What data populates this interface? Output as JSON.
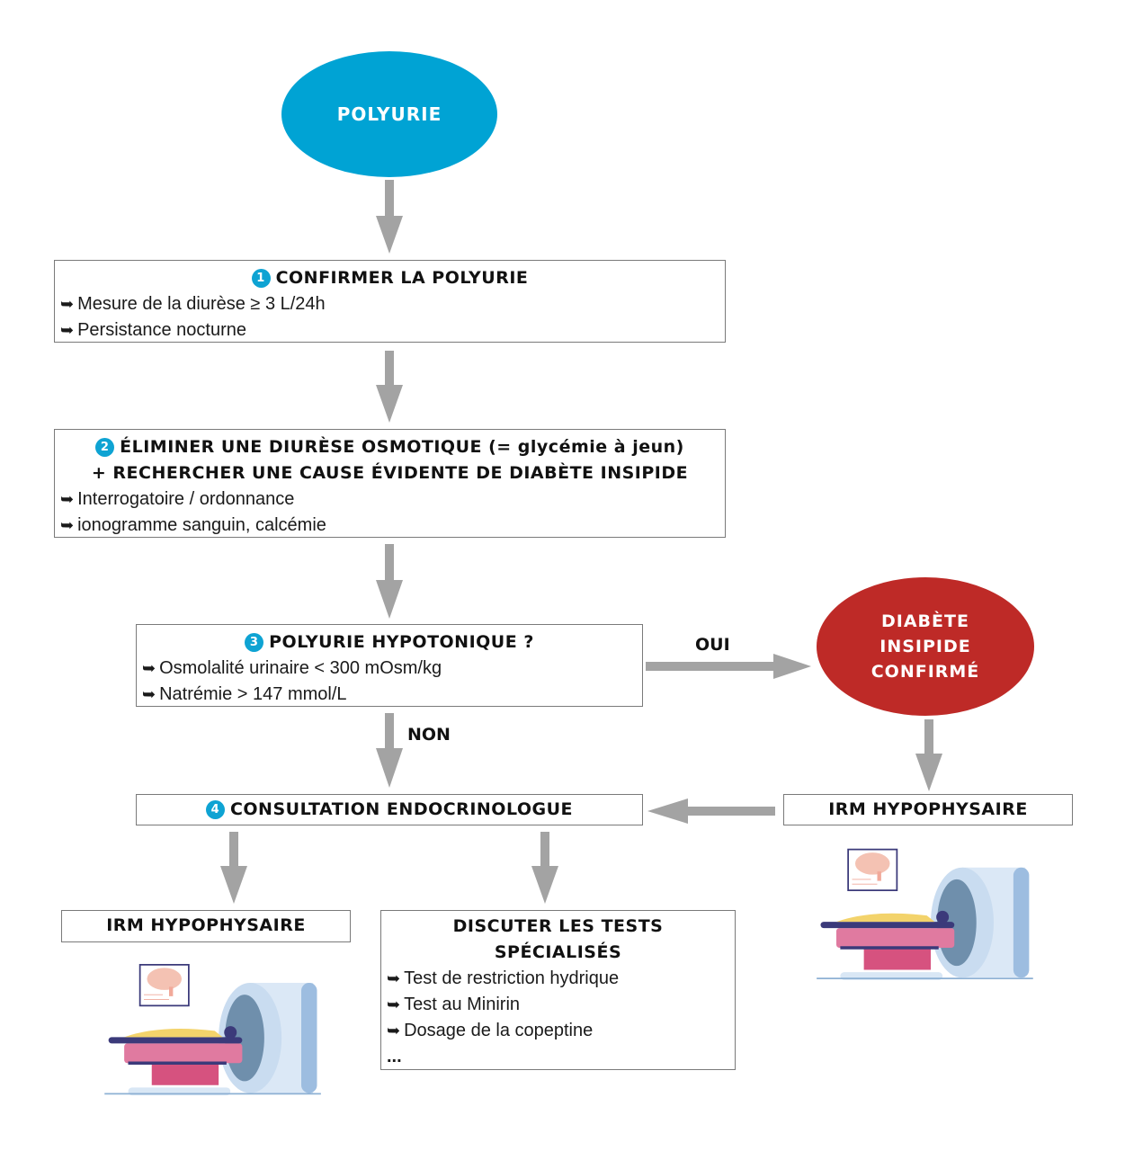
{
  "colors": {
    "start_node": "#00a3d4",
    "confirmed_node": "#be2a27",
    "step_badge": "#0ea3d3",
    "arrow": "#a3a3a3",
    "box_border": "#7a7a7a"
  },
  "start": {
    "label": "POLYURIE"
  },
  "step1": {
    "number": "1",
    "title": "CONFIRMER LA POLYURIE",
    "items": [
      "Mesure de la diurèse ≥ 3 L/24h",
      "Persistance nocturne"
    ]
  },
  "step2": {
    "number": "2",
    "title_line1": "ÉLIMINER UNE DIURÈSE OSMOTIQUE (= glycémie à jeun)",
    "title_line2": "+ RECHERCHER UNE CAUSE ÉVIDENTE DE DIABÈTE INSIPIDE",
    "items": [
      "Interrogatoire / ordonnance",
      "ionogramme sanguin, calcémie"
    ]
  },
  "step3": {
    "number": "3",
    "title": "POLYURIE HYPOTONIQUE ?",
    "items": [
      "Osmolalité urinaire < 300 mOsm/kg",
      "Natrémie > 147 mmol/L"
    ]
  },
  "branch_yes": "OUI",
  "branch_no": "NON",
  "confirmed": {
    "line1": "DIABÈTE",
    "line2": "INSIPIDE",
    "line3": "CONFIRMÉ"
  },
  "irm_right": {
    "title": "IRM HYPOPHYSAIRE"
  },
  "step4": {
    "number": "4",
    "title": "CONSULTATION ENDOCRINOLOGUE"
  },
  "irm_left": {
    "title": "IRM HYPOPHYSAIRE"
  },
  "tests": {
    "title_line1": "DISCUTER LES TESTS",
    "title_line2": "SPÉCIALISÉS",
    "items": [
      "Test de restriction hydrique",
      "Test au Minirin",
      "Dosage de la copeptine",
      "..."
    ]
  },
  "bullet_glyph": "➥",
  "illustrations": [
    "mri-scanner-illustration",
    "mri-scanner-illustration"
  ]
}
